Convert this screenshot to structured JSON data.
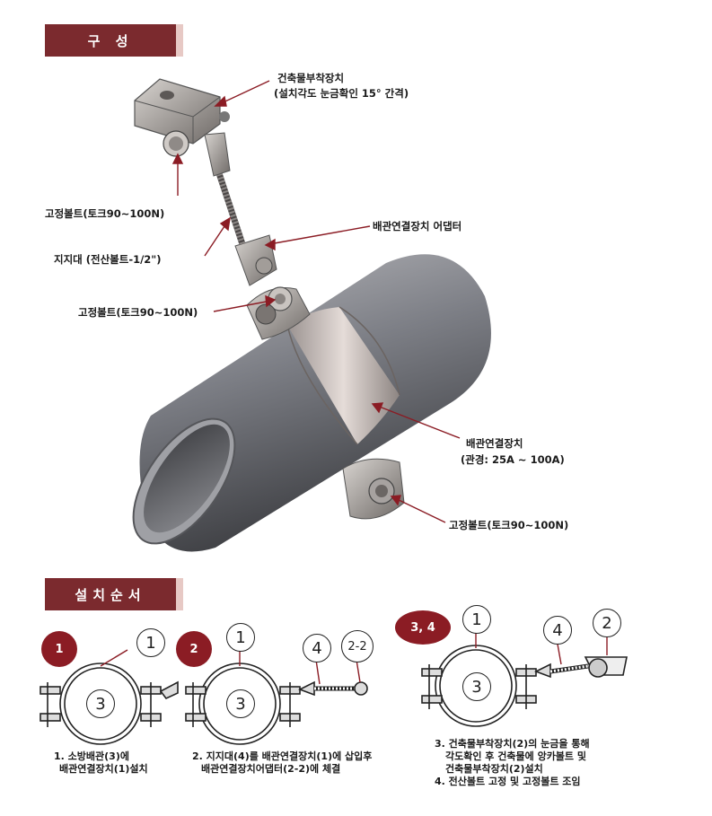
{
  "sections": {
    "composition_title": "구  성",
    "install_title": "설치순서"
  },
  "callouts": {
    "building_attach_line1": "건축물부착장치",
    "building_attach_line2": "(설치각도 눈금확인 15° 간격)",
    "fixing_bolt_top": "고정볼트(토크90~100N)",
    "support_rod": "지지대 (전산볼트-1/2\")",
    "pipe_adapter": "배관연결장치 어댑터",
    "fixing_bolt_mid": "고정볼트(토크90~100N)",
    "pipe_connector_line1": "배관연결장치",
    "pipe_connector_line2": "(관경: 25A ~ 100A)",
    "fixing_bolt_bottom": "고정볼트(토크90~100N)"
  },
  "steps": [
    {
      "badge": "1",
      "labels": [
        "1",
        "3"
      ],
      "caption_line1": "1. 소방배관(3)에",
      "caption_line2": "배관연결장치(1)설치"
    },
    {
      "badge": "2",
      "labels": [
        "1",
        "3",
        "4",
        "2-2"
      ],
      "caption_line1": "2. 지지대(4)를 배관연결장치(1)에 삽입후",
      "caption_line2": "배관연결장치어댑터(2-2)에 체결"
    },
    {
      "badge": "3, 4",
      "labels": [
        "1",
        "3",
        "4",
        "2"
      ],
      "caption_line1": "3. 건축물부착장치(2)의 눈금을 통해",
      "caption_line2": "각도확인 후 건축물에 앙카볼트 및",
      "caption_line3": "건축물부착장치(2)설치",
      "caption_line4": "4. 전산볼트 고정 및 고정볼트 조임"
    }
  ],
  "colors": {
    "badge": "#8b1c24",
    "tab": "#7b2a2e",
    "leader": "#8b1c24"
  }
}
